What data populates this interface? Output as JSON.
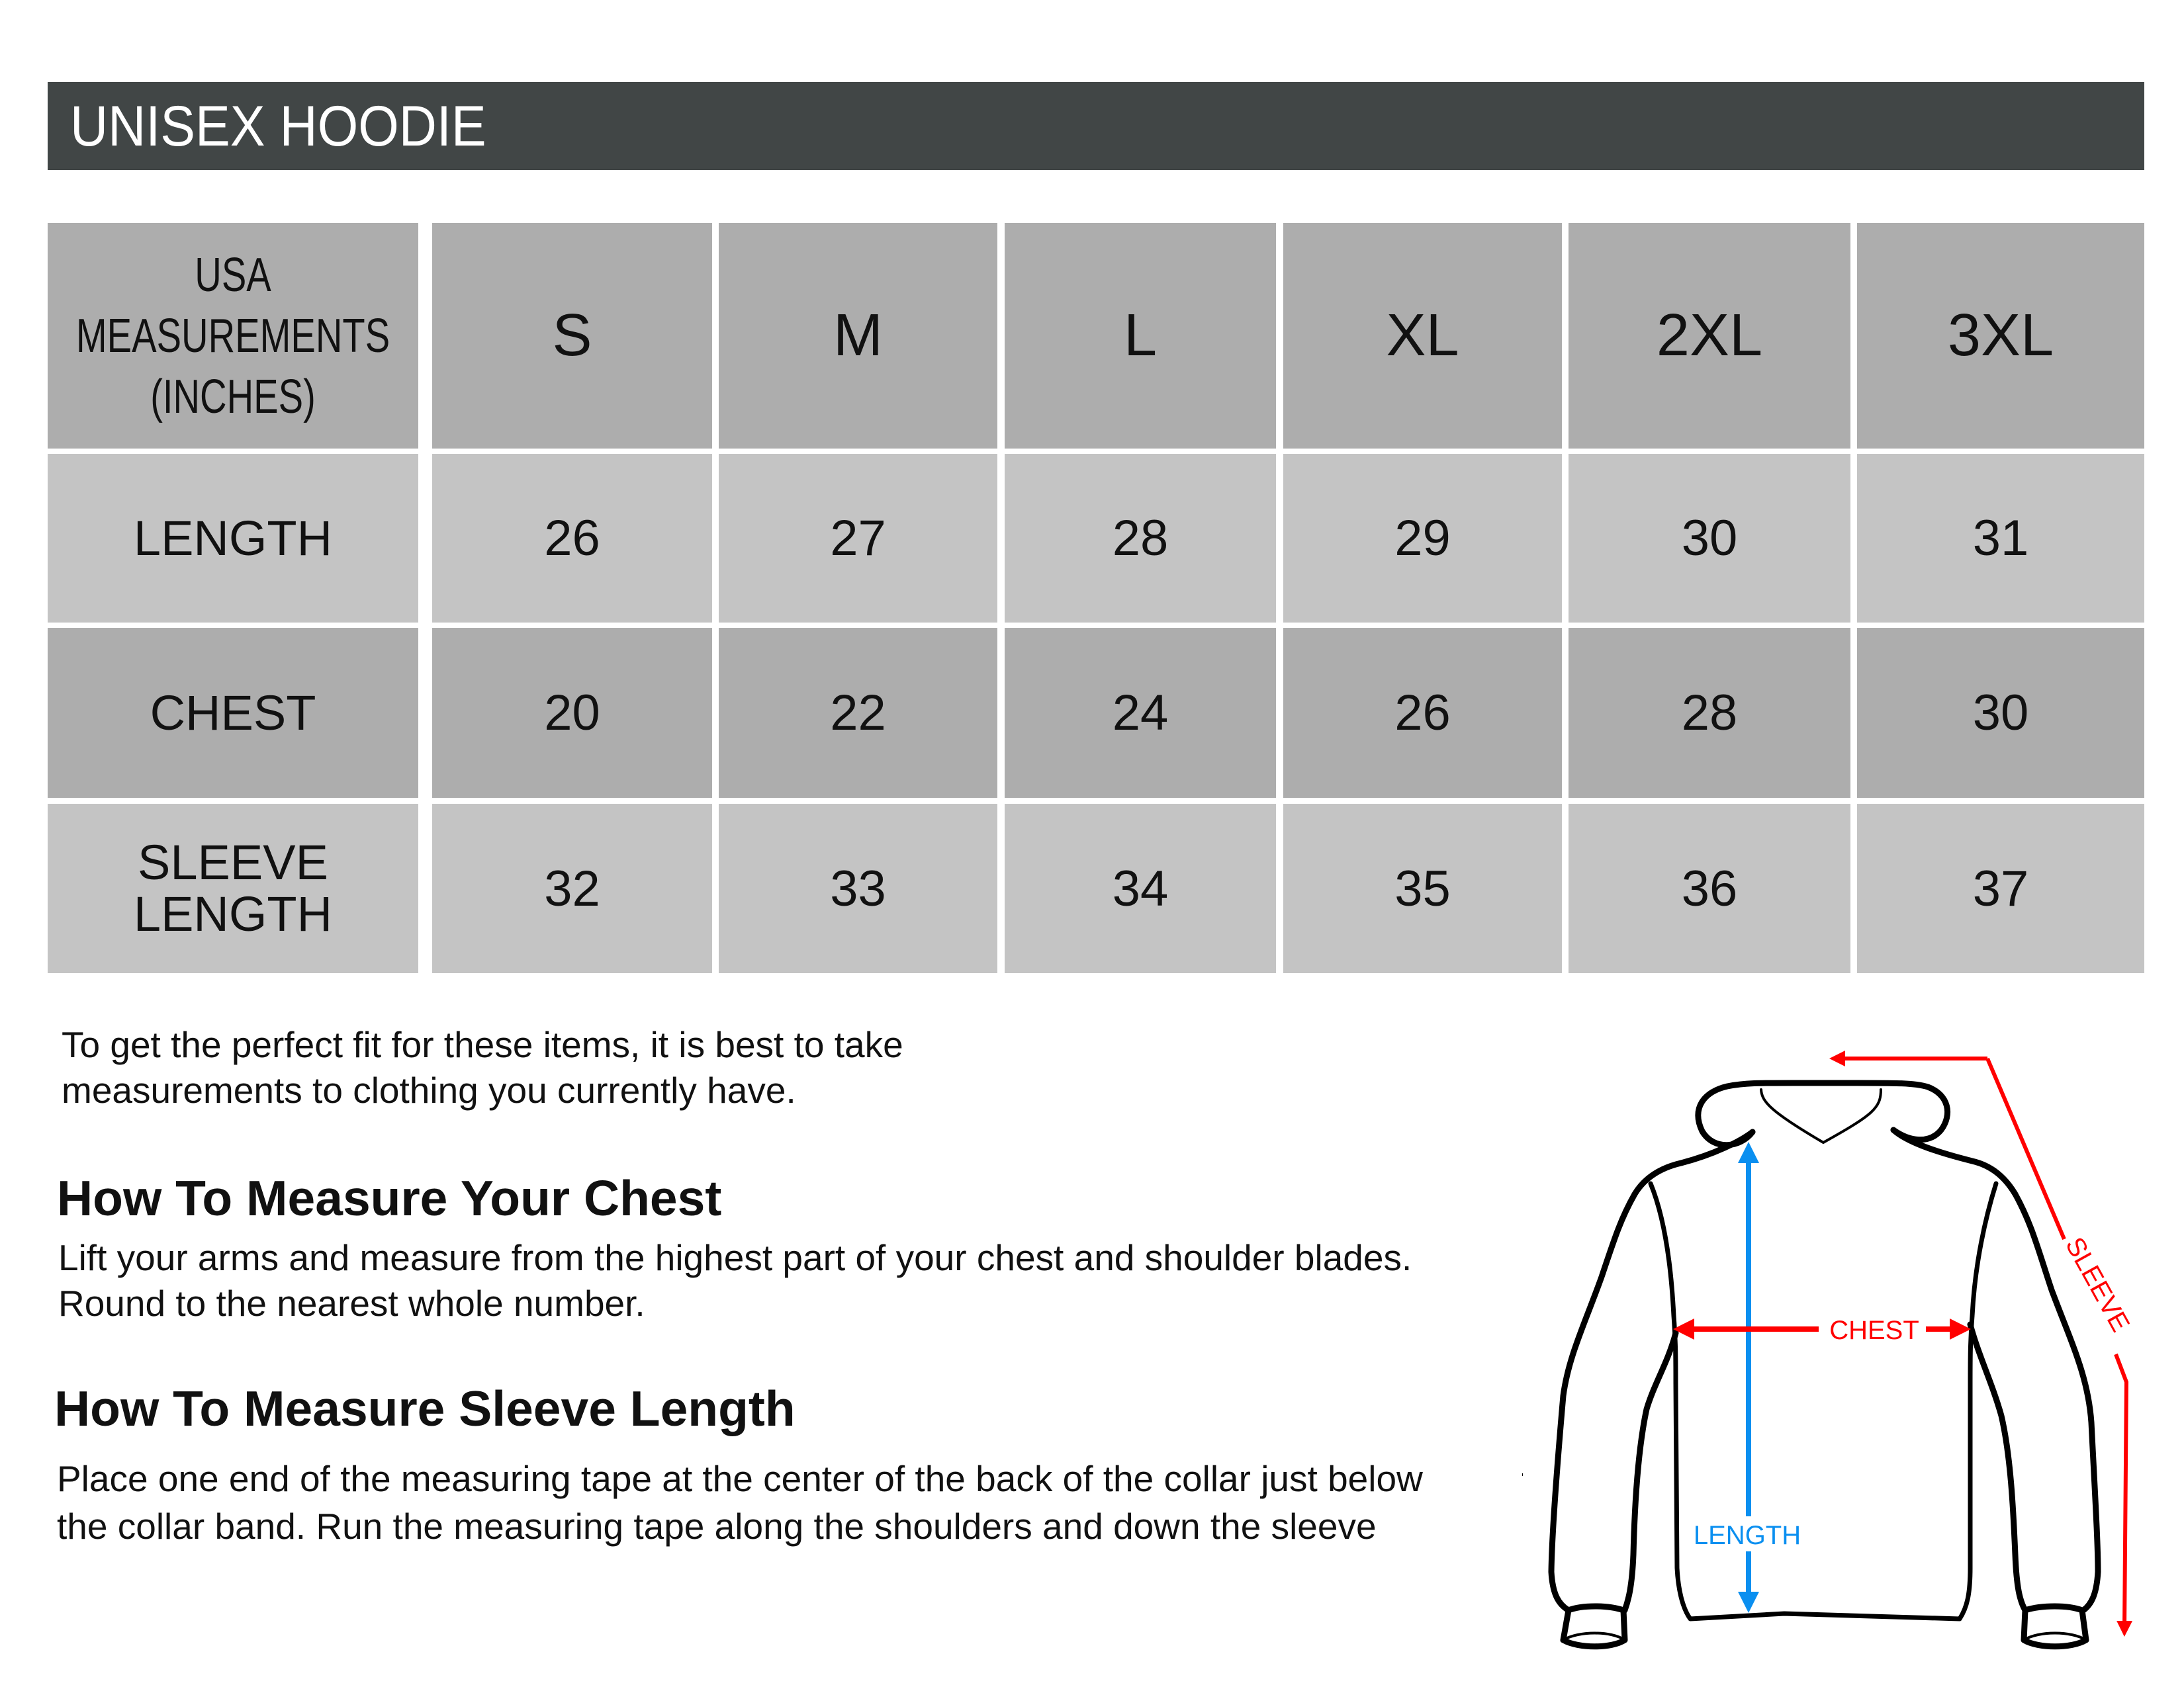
{
  "title": "UNISEX HOODIE",
  "table": {
    "header_label": [
      "USA",
      "MEASUREMENTS",
      "(INCHES)"
    ],
    "sizes": [
      "S",
      "M",
      "L",
      "XL",
      "2XL",
      "3XL"
    ],
    "rows": [
      {
        "label": [
          "LENGTH"
        ],
        "values": [
          "26",
          "27",
          "28",
          "29",
          "30",
          "31"
        ]
      },
      {
        "label": [
          "CHEST"
        ],
        "values": [
          "20",
          "22",
          "24",
          "26",
          "28",
          "30"
        ]
      },
      {
        "label": [
          "SLEEVE",
          "LENGTH"
        ],
        "values": [
          "32",
          "33",
          "34",
          "35",
          "36",
          "37"
        ]
      }
    ]
  },
  "intro": [
    "To get the perfect fit for these items, it is best to take",
    "measurements to clothing you currently have."
  ],
  "sections": [
    {
      "heading": "How To Measure Your Chest",
      "lines": [
        "Lift your arms and measure from the highest part of your chest and shoulder blades.",
        "Round to the nearest whole number."
      ]
    },
    {
      "heading": "How To Measure Sleeve Length",
      "lines": [
        "Place one end of the measuring tape at the center of the back of the collar just below",
        "the collar band. Run the measuring tape along the shoulders and down the sleeve"
      ]
    }
  ],
  "diagram": {
    "length_label": "LENGTH",
    "chest_label": "CHEST",
    "sleeve_label": "SLEEVE",
    "colors": {
      "length": "#0a8ff0",
      "chest": "#ff0000",
      "sleeve": "#ff0000",
      "outline": "#000000"
    }
  },
  "colors": {
    "title_bar": "#414646",
    "header_cell": "#adadad",
    "light_cell": "#c4c4c4",
    "dark_cell": "#adadad"
  }
}
